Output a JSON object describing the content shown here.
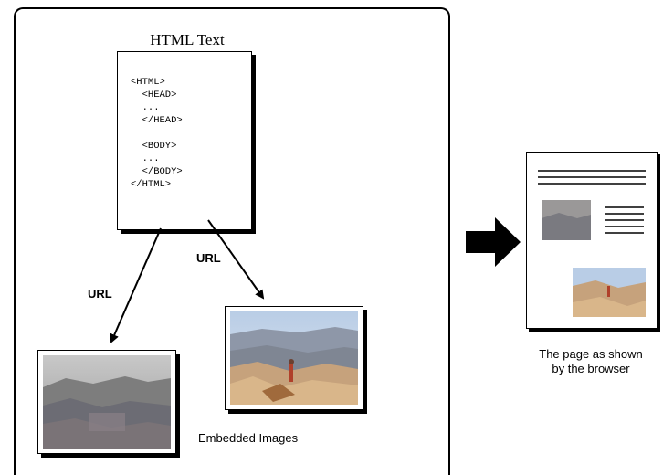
{
  "diagram": {
    "doc_title": "HTML Text",
    "code_lines": [
      "<HTML>",
      "  <HEAD>",
      "  ...",
      "  </HEAD>",
      "",
      "  <BODY>",
      "  ...",
      "  </BODY>",
      "</HTML>"
    ],
    "url_label_left": "URL",
    "url_label_right": "URL",
    "embedded_caption": "Embedded Images",
    "browser_caption_line1": "The page as shown",
    "browser_caption_line2": "by the browser"
  }
}
